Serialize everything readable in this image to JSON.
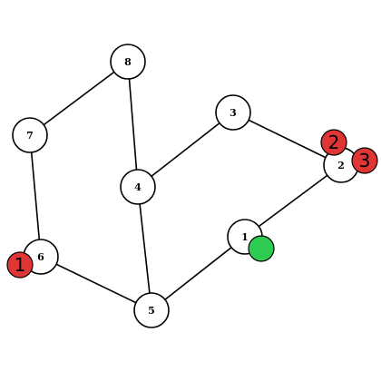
{
  "graph": {
    "nodes": [
      {
        "id": "1",
        "label": "1"
      },
      {
        "id": "2",
        "label": "2"
      },
      {
        "id": "3",
        "label": "3"
      },
      {
        "id": "4",
        "label": "4"
      },
      {
        "id": "5",
        "label": "5"
      },
      {
        "id": "6",
        "label": "6"
      },
      {
        "id": "7",
        "label": "7"
      },
      {
        "id": "8",
        "label": "8"
      }
    ],
    "edges": [
      [
        "8",
        "7"
      ],
      [
        "8",
        "4"
      ],
      [
        "7",
        "6"
      ],
      [
        "6",
        "5"
      ],
      [
        "4",
        "5"
      ],
      [
        "4",
        "3"
      ],
      [
        "3",
        "2"
      ],
      [
        "2",
        "1"
      ],
      [
        "1",
        "5"
      ]
    ],
    "markers": [
      {
        "label": "1",
        "node": "6",
        "color": "#e03535"
      },
      {
        "label": "2",
        "node": "2",
        "color": "#e03535"
      },
      {
        "label": "3",
        "node": "2",
        "color": "#e03535"
      },
      {
        "label": "",
        "node": "1",
        "color": "#2ecc52"
      }
    ],
    "colors": {
      "node_fill": "#ffffff",
      "node_stroke": "#000000",
      "edge": "#000000",
      "text": "#000000"
    }
  }
}
